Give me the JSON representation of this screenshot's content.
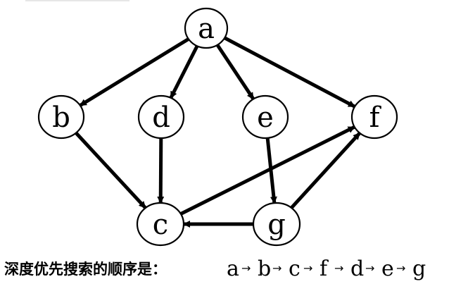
{
  "graph": {
    "nodes": [
      {
        "id": "a",
        "label": "a"
      },
      {
        "id": "b",
        "label": "b"
      },
      {
        "id": "d",
        "label": "d"
      },
      {
        "id": "e",
        "label": "e"
      },
      {
        "id": "f",
        "label": "f"
      },
      {
        "id": "c",
        "label": "c"
      },
      {
        "id": "g",
        "label": "g"
      }
    ],
    "edges": [
      {
        "from": "a",
        "to": "b"
      },
      {
        "from": "a",
        "to": "d"
      },
      {
        "from": "a",
        "to": "e"
      },
      {
        "from": "a",
        "to": "f"
      },
      {
        "from": "b",
        "to": "c"
      },
      {
        "from": "d",
        "to": "c"
      },
      {
        "from": "e",
        "to": "g"
      },
      {
        "from": "c",
        "to": "f"
      },
      {
        "from": "g",
        "to": "c"
      },
      {
        "from": "g",
        "to": "f"
      }
    ]
  },
  "caption": {
    "label": "深度优先搜索的顺序是：",
    "sequence": [
      "a",
      "b",
      "c",
      "f",
      "d",
      "e",
      "g"
    ],
    "arrow": "→"
  }
}
